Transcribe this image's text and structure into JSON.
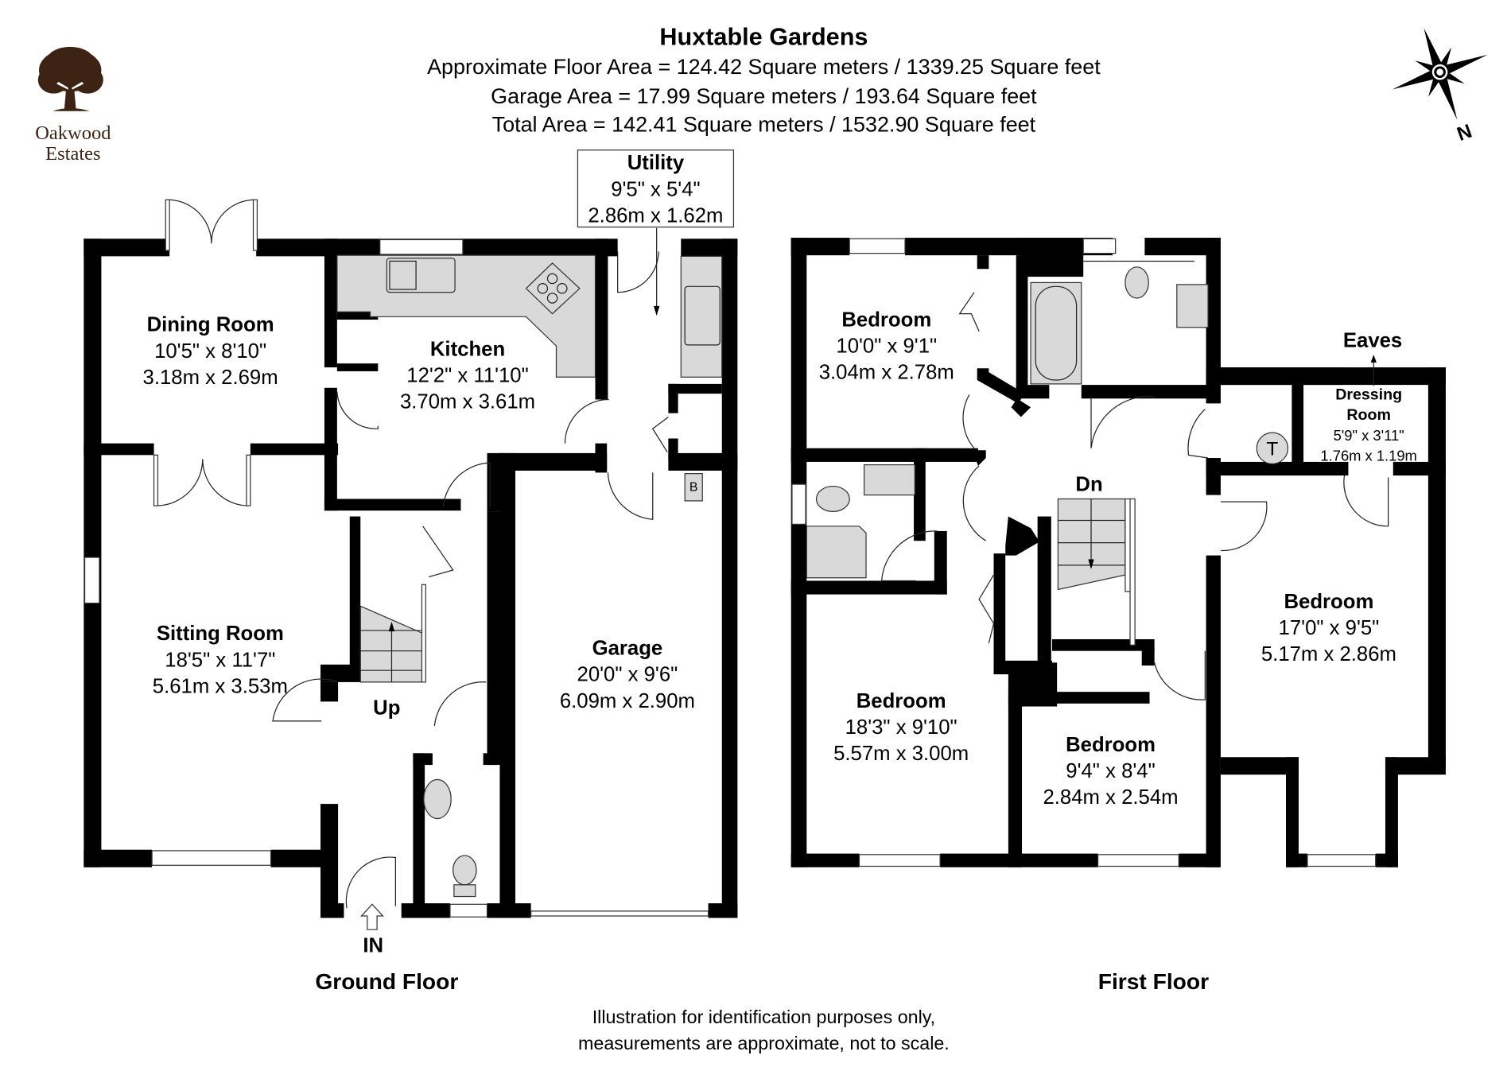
{
  "header": {
    "title": "Huxtable Gardens",
    "floor_area": "Approximate Floor Area = 124.42 Square meters / 1339.25 Square feet",
    "garage_area": "Garage Area = 17.99 Square meters / 193.64 Square feet",
    "total_area": "Total Area = 142.41 Square meters / 1532.90 Square feet"
  },
  "logo": {
    "line1": "Oakwood",
    "line2": "Estates",
    "color": "#3d2314",
    "icon": "oak-tree-icon"
  },
  "compass": {
    "label": "N",
    "icon": "compass-rose-icon"
  },
  "ground_floor": {
    "label": "Ground Floor",
    "entrance": "IN",
    "stairs_label": "Up",
    "boiler_label": "B",
    "rooms": {
      "dining": {
        "name": "Dining Room",
        "imperial": "10'5\" x 8'10\"",
        "metric": "3.18m x 2.69m"
      },
      "kitchen": {
        "name": "Kitchen",
        "imperial": "12'2\" x 11'10\"",
        "metric": "3.70m x 3.61m"
      },
      "utility": {
        "name": "Utility",
        "imperial": "9'5\" x 5'4\"",
        "metric": "2.86m x 1.62m"
      },
      "sitting": {
        "name": "Sitting Room",
        "imperial": "18'5\" x 11'7\"",
        "metric": "5.61m x 3.53m"
      },
      "garage": {
        "name": "Garage",
        "imperial": "20'0\" x 9'6\"",
        "metric": "6.09m x 2.90m"
      }
    }
  },
  "first_floor": {
    "label": "First Floor",
    "stairs_label": "Dn",
    "tank_label": "T",
    "eaves_label": "Eaves",
    "rooms": {
      "bedroom_nw": {
        "name": "Bedroom",
        "imperial": "10'0\" x 9'1\"",
        "metric": "3.04m x 2.78m"
      },
      "dressing": {
        "name_line1": "Dressing",
        "name_line2": "Room",
        "imperial": "5'9\" x 3'11\"",
        "metric": "1.76m x 1.19m"
      },
      "bedroom_e": {
        "name": "Bedroom",
        "imperial": "17'0\" x 9'5\"",
        "metric": "5.17m x 2.86m"
      },
      "bedroom_sw": {
        "name": "Bedroom",
        "imperial": "18'3\" x 9'10\"",
        "metric": "5.57m x 3.00m"
      },
      "bedroom_s": {
        "name": "Bedroom",
        "imperial": "9'4\" x 8'4\"",
        "metric": "2.84m x 2.54m"
      }
    }
  },
  "footer": {
    "line1": "Illustration for identification purposes only,",
    "line2": "measurements are approximate, not to scale."
  }
}
